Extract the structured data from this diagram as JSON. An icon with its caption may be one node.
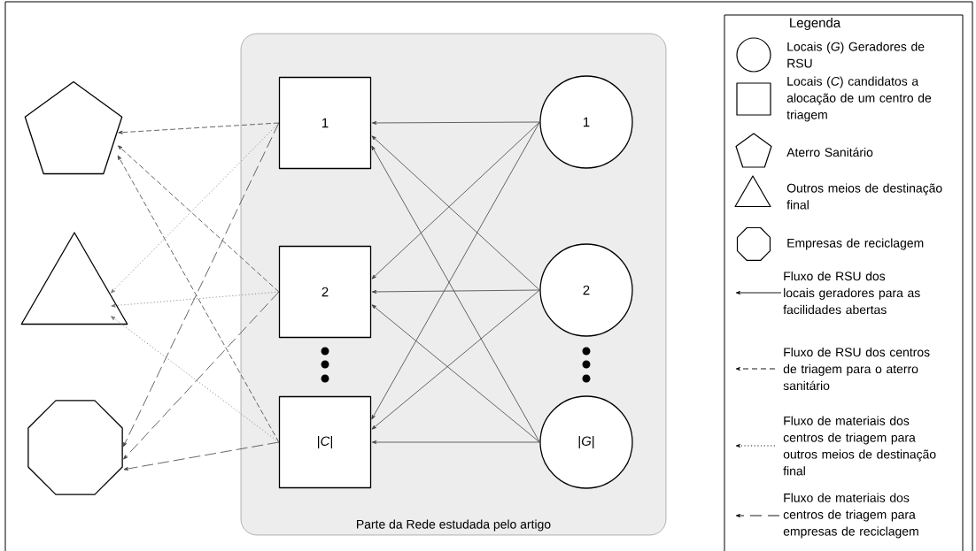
{
  "diagram": {
    "nodes": [
      {
        "text": [
          "Parte da Rede estudada pelo artigo"
        ]
      },
      {
        "text": [
          "1"
        ],
        "in": 0
      },
      {
        "text": [
          "2"
        ],
        "in": 0
      },
      {
        "text": [
          "|*C*|"
        ],
        "in": 0
      },
      {
        "text": [
          "1"
        ],
        "in": 0
      },
      {
        "text": [
          "2"
        ],
        "in": 0
      },
      {
        "text": [
          "|*G*|"
        ],
        "in": 0
      },
      {
        "text": [],
        "shape": "pentagon"
      },
      {
        "text": [],
        "shape": "triangle"
      },
      {
        "text": [],
        "shape": "octagon"
      }
    ],
    "edges": [
      {
        "from": 4,
        "to": 1,
        "arrow": "to"
      },
      {
        "from": 4,
        "to": 2,
        "arrow": "to"
      },
      {
        "from": 4,
        "to": 3,
        "arrow": "to"
      },
      {
        "from": 5,
        "to": 1,
        "arrow": "to"
      },
      {
        "from": 5,
        "to": 2,
        "arrow": "to"
      },
      {
        "from": 5,
        "to": 3,
        "arrow": "to"
      },
      {
        "from": 6,
        "to": 1,
        "arrow": "to"
      },
      {
        "from": 6,
        "to": 2,
        "arrow": "to"
      },
      {
        "from": 6,
        "to": 3,
        "arrow": "to"
      },
      {
        "from": 1,
        "to": 7,
        "arrow": "to",
        "style": "dashed"
      },
      {
        "from": 2,
        "to": 7,
        "arrow": "to",
        "style": "dashed"
      },
      {
        "from": 3,
        "to": 7,
        "arrow": "to",
        "style": "dashed"
      },
      {
        "from": 1,
        "to": 8,
        "arrow": "to",
        "style": "dashed",
        "color": "#777777"
      },
      {
        "from": 2,
        "to": 8,
        "arrow": "to",
        "style": "dashed",
        "color": "#777777"
      },
      {
        "from": 3,
        "to": 8,
        "arrow": "to",
        "style": "dashed",
        "color": "#777777"
      },
      {
        "from": 1,
        "to": 9,
        "arrow": "to",
        "style": "dashed"
      },
      {
        "from": 2,
        "to": 9,
        "arrow": "to",
        "style": "dashed"
      },
      {
        "from": 3,
        "to": 9,
        "arrow": "to",
        "style": "dashed"
      }
    ],
    "labels": [
      "Legenda"
    ],
    "legend": [
      {
        "text": "Locais (*G*) Geradores de RSU"
      },
      {
        "text": "Locais (*C*) candidatos a alocação de um centro de triagem"
      },
      {
        "text": "Aterro Sanitário"
      },
      {
        "text": "Outros meios de destinação final"
      },
      {
        "text": "Empresas de reciclagem"
      },
      {
        "text": "Fluxo de RSU dos locais geradores para as facilidades abertas"
      },
      {
        "text": "Fluxo de RSU dos centros de triagem para o aterro sanitário"
      },
      {
        "text": "Fluxo de materiais dos centros de triagem para outros meios de destinação final"
      },
      {
        "text": "Fluxo de materiais dos centros de triagem para empresas de reciclagem"
      }
    ]
  }
}
